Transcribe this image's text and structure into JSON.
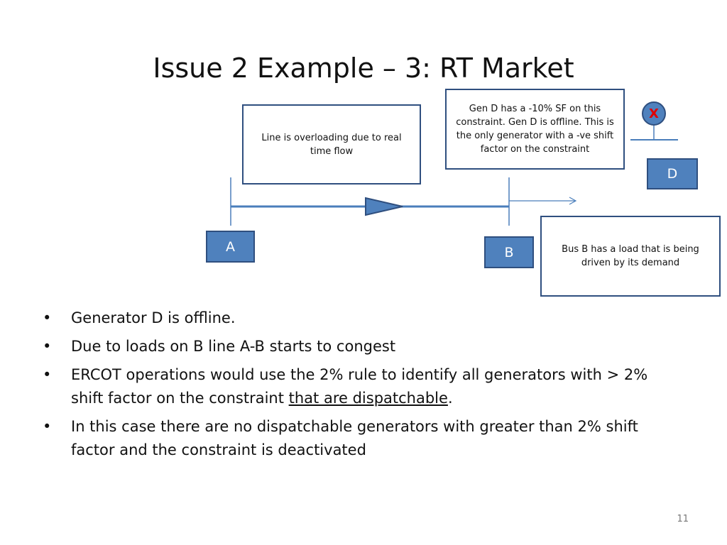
{
  "slide": {
    "title": "Issue 2 Example – 3: RT Market",
    "page_number": "11"
  },
  "diagram": {
    "callout_line": "Line is overloading due to  real time flow",
    "callout_gen": "Gen D has a -10% SF on this constraint. Gen D is offline. This is the only generator with a -ve shift factor on the constraint",
    "callout_bus": "Bus B has a load that is being driven by its demand",
    "bus_a": "A",
    "bus_b": "B",
    "bus_d": "D",
    "gen_status_mark": "X",
    "colors": {
      "bus_fill": "#4f81bd",
      "bus_border": "#2f4f7f",
      "line": "#4a7ebb",
      "offline_mark": "#e00000"
    }
  },
  "bullets": {
    "b1": "Generator D is offline.",
    "b2": "Due to loads on B line A-B starts to congest",
    "b3_pre": "ERCOT operations would use the 2% rule to identify all generators with > 2% shift factor on the constraint ",
    "b3_underlined": "that are dispatchable",
    "b3_post": ".",
    "b4": "In this case there are no dispatchable generators with greater than 2% shift factor and the constraint is deactivated"
  }
}
